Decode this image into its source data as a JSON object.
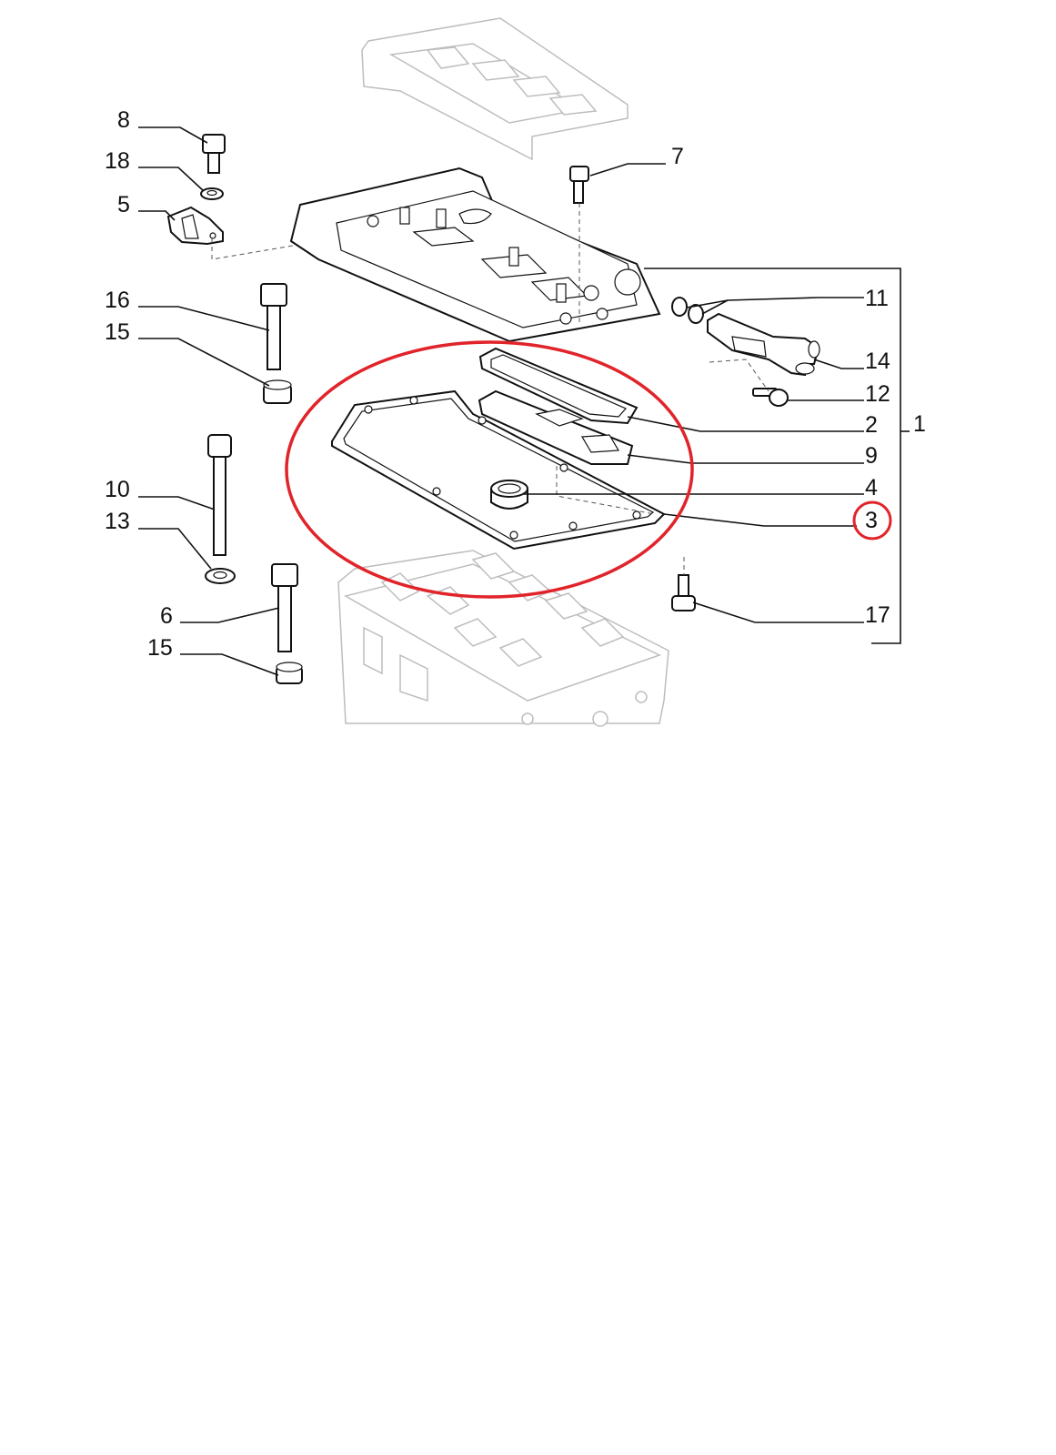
{
  "diagram": {
    "labels": {
      "p1": "1",
      "p2": "2",
      "p3": "3",
      "p4": "4",
      "p5": "5",
      "p6": "6",
      "p7": "7",
      "p8": "8",
      "p9": "9",
      "p10": "10",
      "p11": "11",
      "p12": "12",
      "p13": "13",
      "p14": "14",
      "p15a": "15",
      "p15b": "15",
      "p16": "16",
      "p17": "17",
      "p18": "18"
    },
    "highlight": {
      "color": "#e0242a",
      "target": "3"
    },
    "line_color": "#111111"
  }
}
